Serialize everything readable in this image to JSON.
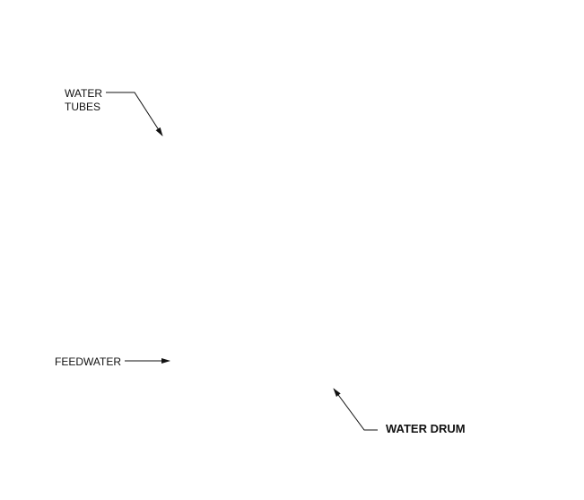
{
  "labels": {
    "water_tubes": [
      "WATER",
      "TUBES"
    ],
    "feedwater": "FEEDWATER",
    "water_drum": "WATER DRUM"
  },
  "colors": {
    "ink": "#111111",
    "background": "#ffffff"
  }
}
